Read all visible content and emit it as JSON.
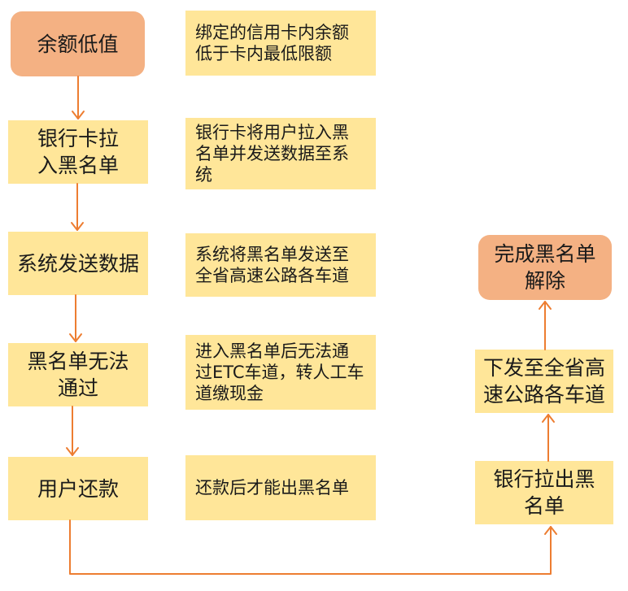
{
  "left_steps": [
    {
      "label": "余额低值"
    },
    {
      "label": "银行卡拉\n入黑名单"
    },
    {
      "label": "系统发送数据"
    },
    {
      "label": "黑名单无法\n通过"
    },
    {
      "label": "用户还款"
    }
  ],
  "descriptions": [
    {
      "text": "绑定的信用卡内余额\n低于卡内最低限额"
    },
    {
      "text": "银行卡将用户拉入黑\n名单并发送数据至系\n统"
    },
    {
      "text": "系统将黑名单发送至\n全省高速公路各车道"
    },
    {
      "text": "进入黑名单后无法通\n过ETC车道，转人工车\n道缴现金"
    },
    {
      "text": "还款后才能出黑名单"
    }
  ],
  "right_steps": [
    {
      "label": "银行拉出黑\n名单"
    },
    {
      "label": "下发至全省高\n速公路各车道"
    },
    {
      "label": "完成黑名单\n解除"
    }
  ],
  "colors": {
    "box_yellow": "#ffe699",
    "box_orange": "#f4b183",
    "arrow": "#ed7d31"
  }
}
